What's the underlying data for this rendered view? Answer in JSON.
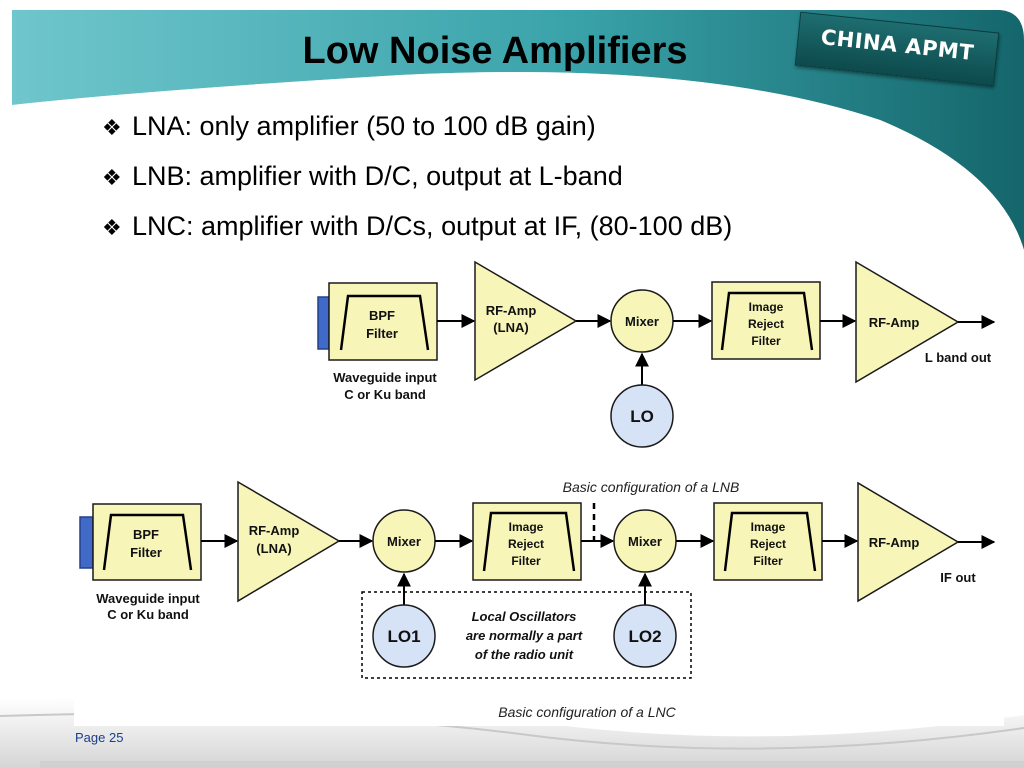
{
  "slide": {
    "title": "Low Noise Amplifiers",
    "logo": "CHINA APMT",
    "bullet_icon": "diamond-bullet-icon",
    "bullets": [
      "LNA: only amplifier (50 to 100 dB gain)",
      "LNB: amplifier with D/C, output at L-band",
      "LNC: amplifier with D/Cs, output at IF, (80-100 dB)"
    ],
    "page_label": "Page 25"
  },
  "lnb": {
    "bpf": [
      "BPF",
      "Filter"
    ],
    "rf_amp_lna": [
      "RF-Amp",
      "(LNA)"
    ],
    "mixer": "Mixer",
    "lo": "LO",
    "image_reject": [
      "Image",
      "Reject",
      "Filter"
    ],
    "rf_amp": "RF-Amp",
    "output": "L band out",
    "input": [
      "Waveguide input",
      "C or Ku band"
    ],
    "caption": "Basic configuration of a LNB"
  },
  "lnc": {
    "bpf": [
      "BPF",
      "Filter"
    ],
    "rf_amp_lna": [
      "RF-Amp",
      "(LNA)"
    ],
    "mixer": "Mixer",
    "image_reject": [
      "Image",
      "Reject",
      "Filter"
    ],
    "rf_amp": "RF-Amp",
    "output": "IF out",
    "input": [
      "Waveguide input",
      "C or Ku band"
    ],
    "lo1": "LO1",
    "lo2": "LO2",
    "note": [
      "Local Oscillators",
      "are normally a part",
      "of the radio unit"
    ],
    "caption": "Basic configuration of a LNC"
  },
  "colors": {
    "block_fill": "#f7f5b8",
    "lo_fill": "#d6e2f6",
    "waveguide": "#4169c8",
    "teal": "#1a7a80"
  }
}
